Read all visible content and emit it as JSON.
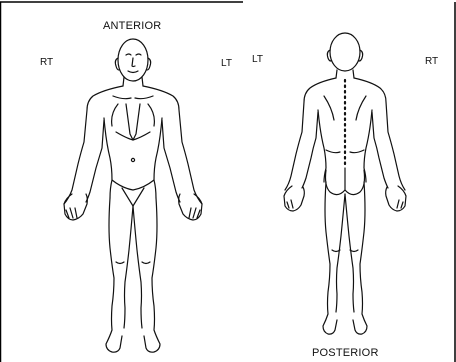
{
  "anterior_view": {
    "title": "ANTERIOR",
    "left_side_label": "RT",
    "right_side_label": "LT"
  },
  "posterior_view": {
    "title": "POSTERIOR",
    "left_side_label": "LT",
    "right_side_label": "RT"
  },
  "colors": {
    "line": "#111111",
    "frame": "#000000",
    "background": "#ffffff"
  }
}
